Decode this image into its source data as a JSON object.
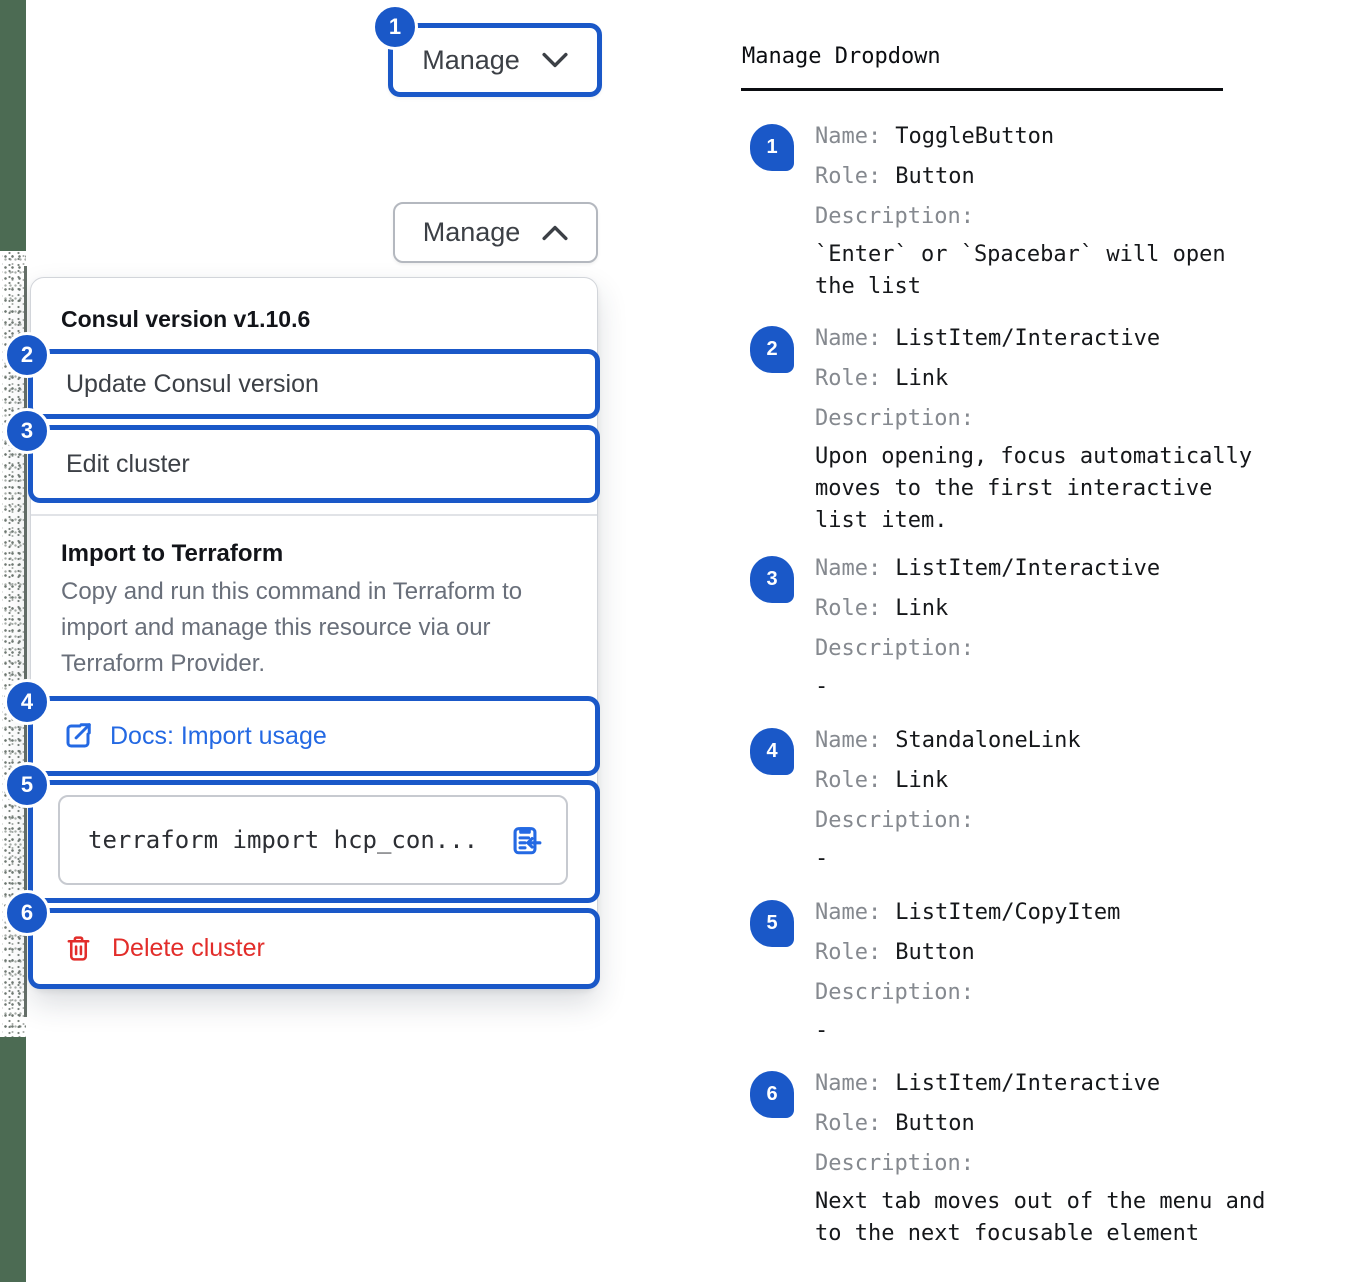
{
  "colors": {
    "focus_ring_blue": "#1a58c8",
    "link_blue": "#2469e3",
    "critical_red": "#e22d2a",
    "edge_green": "#4c6b53"
  },
  "icons": {
    "toggle_collapsed": "chevron-down",
    "toggle_expanded": "chevron-up",
    "docs_link": "external-link",
    "copy_item": "clipboard-arrow-left",
    "delete_item": "trash"
  },
  "left": {
    "toggle_collapsed": {
      "label": "Manage",
      "badge": "1"
    },
    "toggle_expanded": {
      "label": "Manage"
    },
    "menu": {
      "version_label": "Consul version v1.10.6",
      "items": [
        {
          "badge": "2",
          "label": "Update Consul version"
        },
        {
          "badge": "3",
          "label": "Edit cluster"
        }
      ],
      "import_section": {
        "title": "Import to Terraform",
        "description": "Copy and run this command in Terraform to import and manage this resource via our Terraform Provider.",
        "docs_link": {
          "badge": "4",
          "label": "Docs: Import usage"
        },
        "copy_item": {
          "badge": "5",
          "code": "terraform import hcp_con..."
        }
      },
      "delete_item": {
        "badge": "6",
        "label": "Delete cluster"
      }
    }
  },
  "right": {
    "title": "Manage Dropdown",
    "labels": {
      "name": "Name:",
      "role": "Role:",
      "description": "Description:"
    },
    "entries": [
      {
        "num": "1",
        "name": "ToggleButton",
        "role": "Button",
        "description": "`Enter` or `Spacebar` will open the list"
      },
      {
        "num": "2",
        "name": "ListItem/Interactive",
        "role": "Link",
        "description": "Upon opening, focus automatically moves to the first interactive list item."
      },
      {
        "num": "3",
        "name": "ListItem/Interactive",
        "role": "Link",
        "description": "-"
      },
      {
        "num": "4",
        "name": "StandaloneLink",
        "role": "Link",
        "description": "-"
      },
      {
        "num": "5",
        "name": "ListItem/CopyItem",
        "role": "Button",
        "description": "-"
      },
      {
        "num": "6",
        "name": "ListItem/Interactive",
        "role": "Button",
        "description": "Next tab moves out of the menu and to the next focusable element"
      }
    ]
  }
}
